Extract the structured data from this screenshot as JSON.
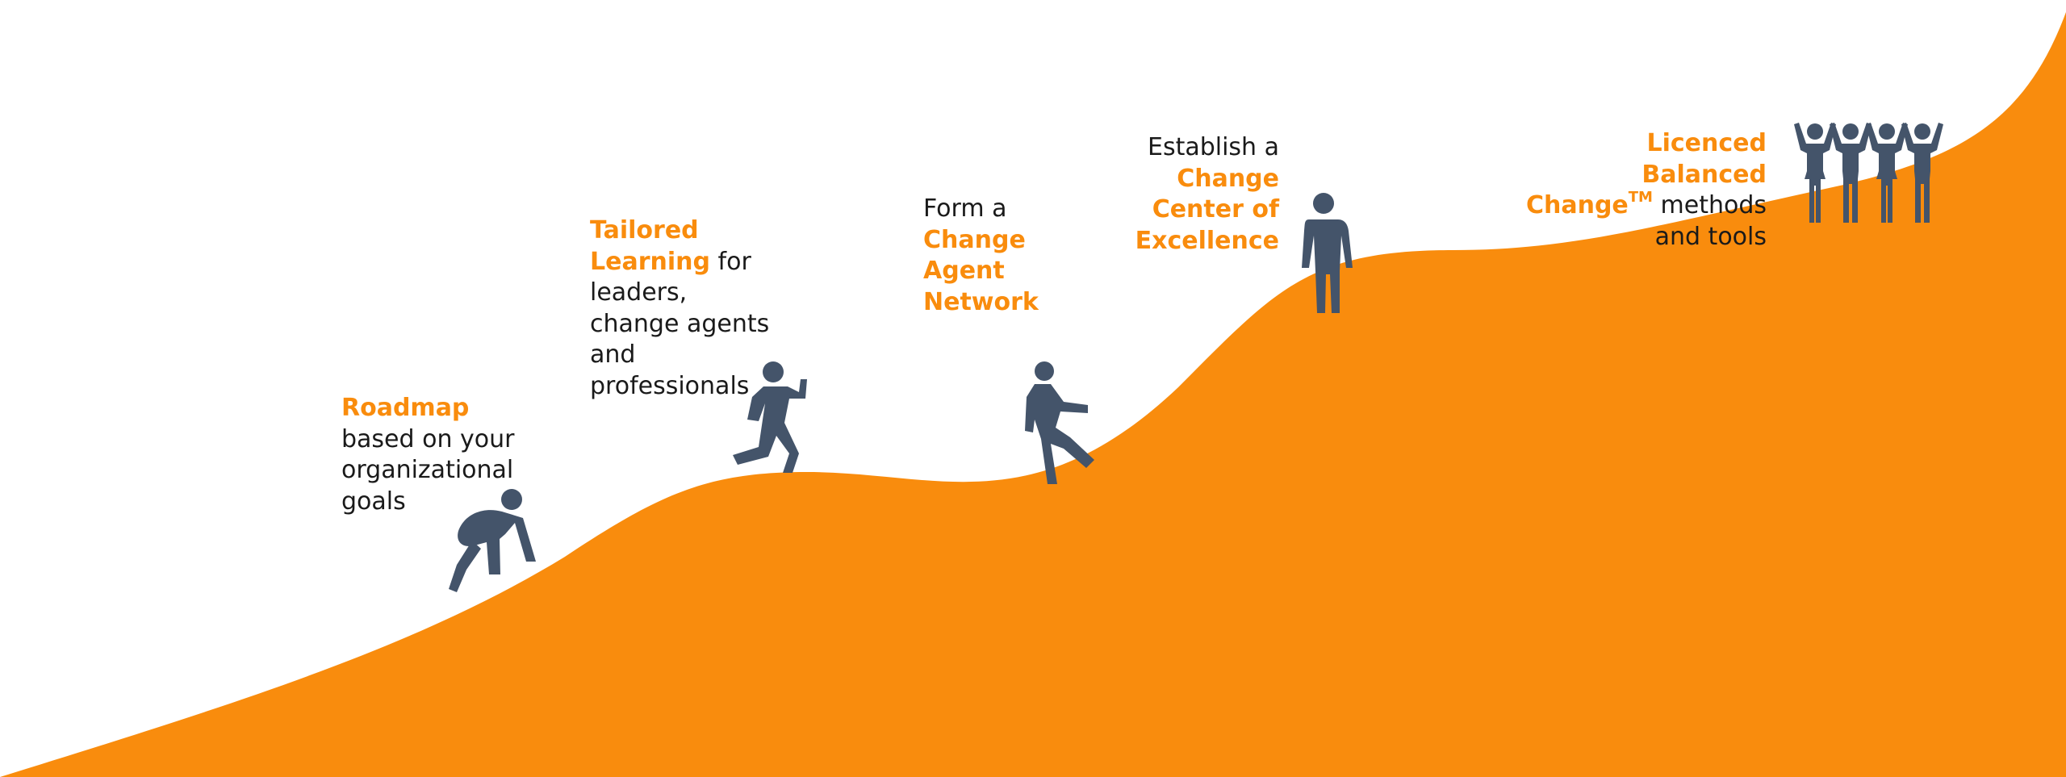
{
  "colors": {
    "hill": "#f98c0d",
    "figure": "#44546a",
    "highlight": "#f98c0d",
    "text": "#1a1a1a",
    "background": "#ffffff"
  },
  "steps": [
    {
      "highlight": "Roadmap",
      "text": "based on your organizational goals",
      "figure": "crouching-person-icon"
    },
    {
      "highlight": "Tailored Learning",
      "text": "for leaders, change agents and professionals",
      "figure": "running-person-icon"
    },
    {
      "prefix": "Form a",
      "highlight": "Change Agent Network",
      "figure": "walking-person-icon"
    },
    {
      "prefix": "Establish a",
      "highlight": "Change Center of Excellence",
      "figure": "standing-person-icon"
    },
    {
      "highlight": "Licenced Balanced Change",
      "superscript": "TM",
      "text": "methods and tools",
      "figure": "celebrating-group-icon"
    }
  ]
}
